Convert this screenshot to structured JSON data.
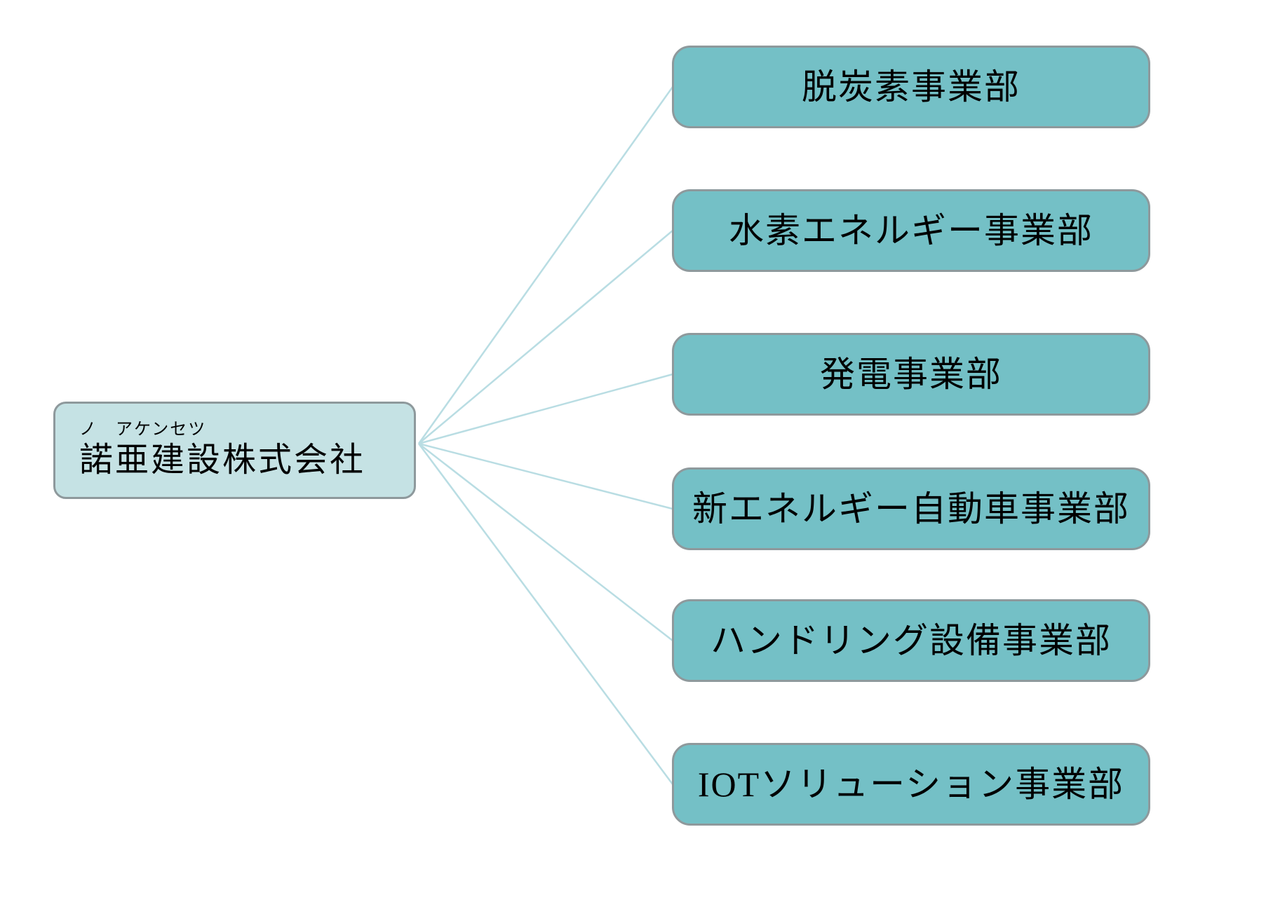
{
  "diagram": {
    "type": "org-chart",
    "root": {
      "furigana": "ノ　アケンセツ",
      "label": "諾亜建設株式会社"
    },
    "departments": [
      {
        "label": "脱炭素事業部"
      },
      {
        "label": "水素エネルギー事業部"
      },
      {
        "label": "発電事業部"
      },
      {
        "label": "新エネルギー自動車事業部"
      },
      {
        "label": "ハンドリング設備事業部"
      },
      {
        "label": "IOTソリューション事業部"
      }
    ],
    "colors": {
      "background": "#ffffff",
      "root_fill": "#c5e2e4",
      "department_fill": "#74c0c6",
      "border": "#8e999c",
      "connector": "#b9dde3",
      "text": "#000000"
    }
  }
}
